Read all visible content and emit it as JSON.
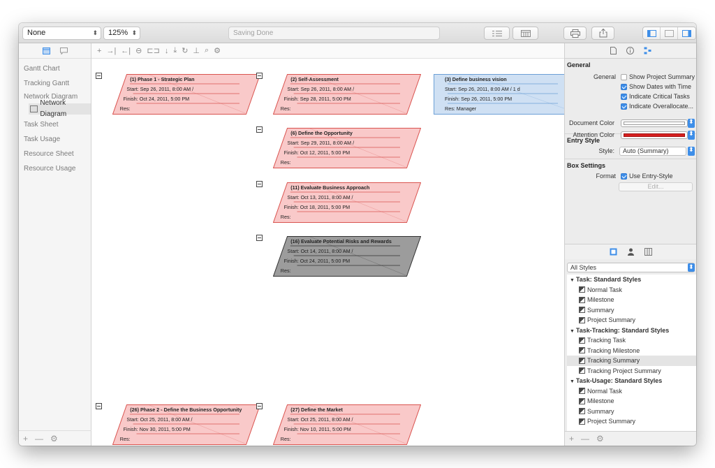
{
  "toolbar": {
    "filter_value": "None",
    "zoom_value": "125%",
    "status_text": "Saving Done"
  },
  "sidebar": {
    "items": [
      {
        "label": "Gantt Chart"
      },
      {
        "label": "Tracking Gantt"
      },
      {
        "label": "Network Diagram"
      },
      {
        "label": "Network Diagram"
      },
      {
        "label": "Task Sheet"
      },
      {
        "label": "Task Usage"
      },
      {
        "label": "Resource Sheet"
      },
      {
        "label": "Resource Usage"
      }
    ],
    "footer": {
      "add": "+",
      "remove": "—",
      "settings": "⚙"
    }
  },
  "canvas_tools": [
    "+",
    "→|",
    "←|",
    "⊖",
    "⊏⊐",
    "↓",
    "⤓",
    "↻",
    "⊥",
    "⌕",
    "⚙"
  ],
  "nodes": [
    {
      "title": "(1) Phase 1 - Strategic Plan",
      "start": "Start: Sep 26, 2011, 8:00 AM /",
      "finish": "Finish: Oct 24, 2011, 5:00 PM",
      "res": "Res:",
      "kind": "summary"
    },
    {
      "title": "(2) Self-Assessment",
      "start": "Start: Sep 26, 2011, 8:00 AM /",
      "finish": "Finish: Sep 28, 2011, 5:00 PM",
      "res": "Res:",
      "kind": "summary"
    },
    {
      "title": "(3) Define business vision",
      "start": "Start: Sep 26, 2011, 8:00 AM / 1 d",
      "finish": "Finish: Sep 26, 2011, 5:00 PM",
      "res": "Res: Manager",
      "kind": "task"
    },
    {
      "title": "(6) Define the Opportunity",
      "start": "Start: Sep 29, 2011, 8:00 AM /",
      "finish": "Finish: Oct 12, 2011, 5:00 PM",
      "res": "Res:",
      "kind": "summary"
    },
    {
      "title": "(11) Evaluate Business Approach",
      "start": "Start: Oct 13, 2011, 8:00 AM /",
      "finish": "Finish: Oct 18, 2011, 5:00 PM",
      "res": "Res:",
      "kind": "summary"
    },
    {
      "title": "(16) Evaluate Potential Risks and Rewards",
      "start": "Start: Oct 14, 2011, 8:00 AM /",
      "finish": "Finish: Oct 24, 2011, 5:00 PM",
      "res": "Res:",
      "kind": "selected"
    },
    {
      "title": "(26) Phase 2 - Define the Business Opportunity",
      "start": "Start: Oct 25, 2011, 8:00 AM /",
      "finish": "Finish: Nov 30, 2011, 5:00 PM",
      "res": "Res:",
      "kind": "summary"
    },
    {
      "title": "(27) Define the Market",
      "start": "Start: Oct 25, 2011, 8:00 AM /",
      "finish": "Finish: Nov 10, 2011, 5:00 PM",
      "res": "Res:",
      "kind": "summary"
    }
  ],
  "colors": {
    "summary_fill": "#f9c9c9",
    "summary_stroke": "#d9534f",
    "task_fill": "#cfe0f3",
    "task_stroke": "#6b9fd6",
    "selected_fill": "#9c9c9c",
    "selected_stroke": "#333333",
    "attention": "#d62020",
    "accent": "#3e8ee8"
  },
  "inspector": {
    "general": {
      "header": "General",
      "label": "General",
      "options": [
        {
          "label": "Show Project Summary",
          "checked": false
        },
        {
          "label": "Show Dates with Time",
          "checked": true
        },
        {
          "label": "Indicate Critical Tasks",
          "checked": true
        },
        {
          "label": "Indicate Overallocate...",
          "checked": true
        }
      ],
      "document_color_label": "Document Color",
      "attention_color_label": "Attention Color"
    },
    "entry_style": {
      "header": "Entry Style",
      "style_label": "Style:",
      "style_value": "Auto (Summary)"
    },
    "box_settings": {
      "header": "Box Settings",
      "format_label": "Format",
      "use_entry_style": "Use Entry-Style",
      "edit_label": "Edit..."
    },
    "styles": {
      "filter_value": "All Styles",
      "groups": [
        {
          "name": "Task: Standard Styles",
          "items": [
            "Normal Task",
            "Milestone",
            "Summary",
            "Project Summary"
          ]
        },
        {
          "name": "Task-Tracking: Standard Styles",
          "items": [
            "Tracking Task",
            "Tracking Milestone",
            "Tracking Summary",
            "Tracking Project Summary"
          ]
        },
        {
          "name": "Task-Usage: Standard Styles",
          "items": [
            "Normal Task",
            "Milestone",
            "Summary",
            "Project Summary"
          ]
        }
      ],
      "selected_item": "Tracking Summary"
    },
    "footer": {
      "add": "+",
      "remove": "—",
      "settings": "⚙"
    }
  }
}
